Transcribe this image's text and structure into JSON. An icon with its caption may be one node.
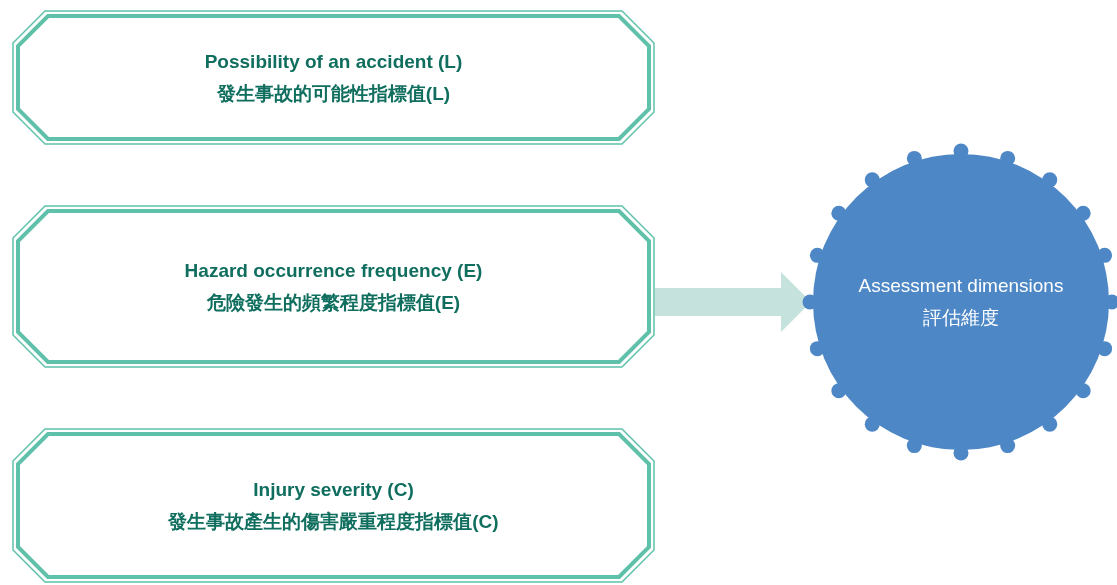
{
  "diagram": {
    "nodes": [
      {
        "text": [
          "Possibility of an accident (L)",
          "發生事故的可能性指標值(L)"
        ]
      },
      {
        "text": [
          "Hazard occurrence frequency (E)",
          "危險發生的頻繁程度指標值(E)"
        ]
      },
      {
        "text": [
          "Injury severity (C)",
          "發生事故產生的傷害嚴重程度指標值(C)"
        ]
      },
      {
        "text": [
          "Assessment dimensions",
          "評估維度"
        ]
      }
    ],
    "edges": [
      {
        "from": 1,
        "to": 3,
        "arrow": "to",
        "style": "thick",
        "color": "#c5e3dc"
      }
    ]
  }
}
